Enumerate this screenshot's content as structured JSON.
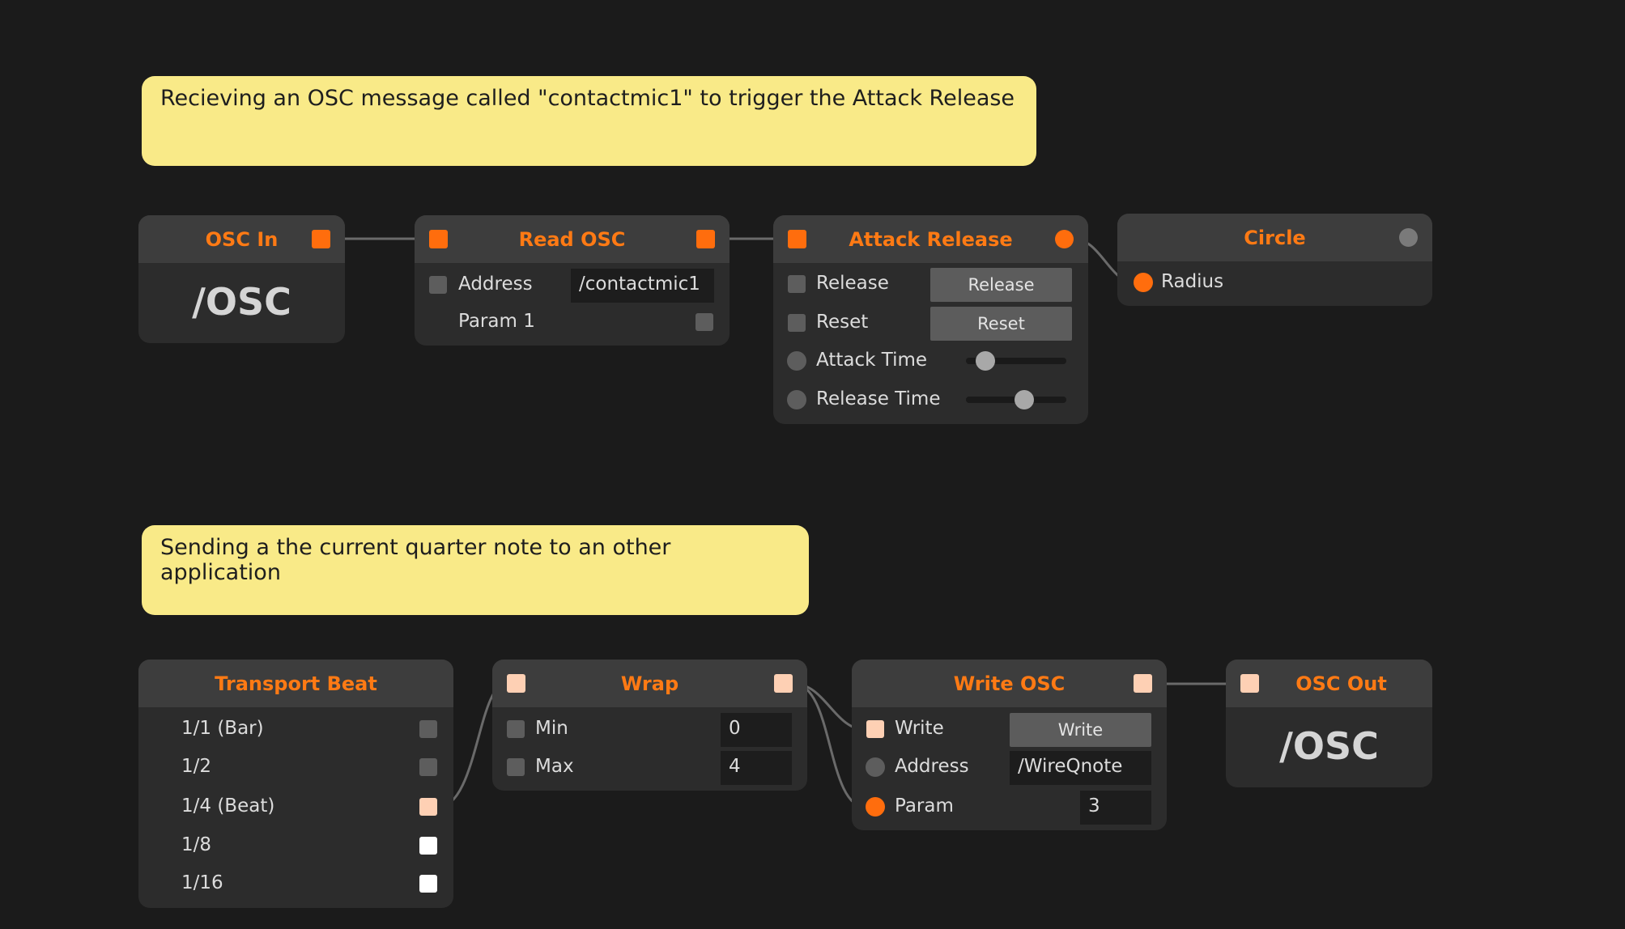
{
  "comments": {
    "top": "Recieving an OSC message called \"contactmic1\"  to trigger the Attack Release",
    "bottom": "Sending a the current quarter note to an other application"
  },
  "nodes": {
    "osc_in": {
      "title": "OSC In",
      "label": "/OSC"
    },
    "read_osc": {
      "title": "Read OSC",
      "address_label": "Address",
      "address_value": "/contactmic1",
      "param1_label": "Param 1"
    },
    "attack_release": {
      "title": "Attack Release",
      "release_label": "Release",
      "release_button": "Release",
      "reset_label": "Reset",
      "reset_button": "Reset",
      "attack_time_label": "Attack Time",
      "attack_time_level": 0.12,
      "release_time_label": "Release Time",
      "release_time_level": 0.6
    },
    "circle": {
      "title": "Circle",
      "radius_label": "Radius"
    },
    "transport_beat": {
      "title": "Transport Beat",
      "rows": [
        "1/1 (Bar)",
        "1/2",
        "1/4 (Beat)",
        "1/8",
        "1/16"
      ]
    },
    "wrap": {
      "title": "Wrap",
      "min_label": "Min",
      "min_value": "0",
      "max_label": "Max",
      "max_value": "4"
    },
    "write_osc": {
      "title": "Write OSC",
      "write_label": "Write",
      "write_button": "Write",
      "address_label": "Address",
      "address_value": "/WireQnote",
      "param_label": "Param",
      "param_value": "3"
    },
    "osc_out": {
      "title": "OSC Out",
      "label": "/OSC"
    }
  },
  "colors": {
    "accent": "#ff7a14",
    "background": "#1b1b1b",
    "node": "#2c2c2c",
    "node_header": "#3d3d3d",
    "comment": "#f9ea88",
    "port_active": "#ff6d0d",
    "port_peach": "#fed0b4"
  }
}
